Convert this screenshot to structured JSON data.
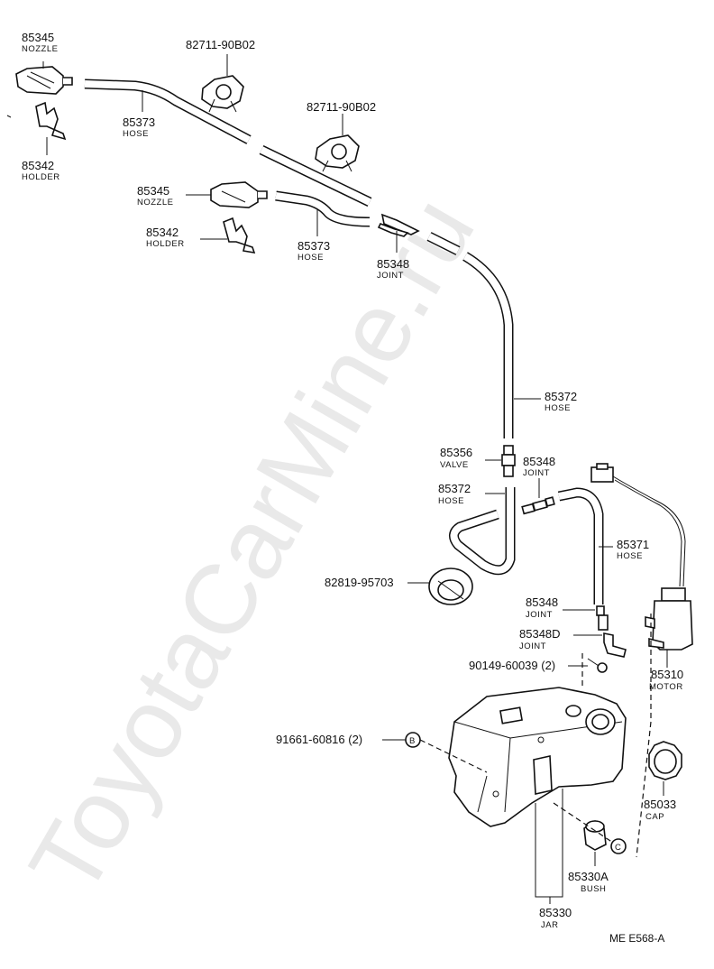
{
  "watermark": "ToyotaCarMine.ru",
  "diagram_code": "ME  E568-A",
  "callouts": [
    {
      "id": "nozzle_top",
      "part": "85345",
      "name": "NOZZLE"
    },
    {
      "id": "clip_1",
      "part": "82711-90B02",
      "name": ""
    },
    {
      "id": "hose_85373_top",
      "part": "85373",
      "name": "HOSE"
    },
    {
      "id": "holder_top",
      "part": "85342",
      "name": "HOLDER"
    },
    {
      "id": "clip_2",
      "part": "82711-90B02",
      "name": ""
    },
    {
      "id": "nozzle_mid",
      "part": "85345",
      "name": "NOZZLE"
    },
    {
      "id": "holder_mid",
      "part": "85342",
      "name": "HOLDER"
    },
    {
      "id": "hose_85373_mid",
      "part": "85373",
      "name": "HOSE"
    },
    {
      "id": "joint_85348_top",
      "part": "85348",
      "name": "JOINT"
    },
    {
      "id": "hose_85372_long",
      "part": "85372",
      "name": "HOSE"
    },
    {
      "id": "valve",
      "part": "85356",
      "name": "VALVE"
    },
    {
      "id": "joint_85348_mid",
      "part": "85348",
      "name": "JOINT"
    },
    {
      "id": "hose_85372_loop",
      "part": "85372",
      "name": "HOSE"
    },
    {
      "id": "hose_85371",
      "part": "85371",
      "name": "HOSE"
    },
    {
      "id": "grommet",
      "part": "82819-95703",
      "name": ""
    },
    {
      "id": "joint_85348_low",
      "part": "85348",
      "name": "JOINT"
    },
    {
      "id": "joint_85348d",
      "part": "85348D",
      "name": "JOINT"
    },
    {
      "id": "bolt",
      "part": "90149-60039  (2)",
      "name": ""
    },
    {
      "id": "motor",
      "part": "85310",
      "name": "MOTOR"
    },
    {
      "id": "screw_b",
      "part": "91661-60816   (2)",
      "name": ""
    },
    {
      "id": "cap",
      "part": "85033",
      "name": "CAP"
    },
    {
      "id": "bush",
      "part": "85330A",
      "name": "BUSH"
    },
    {
      "id": "jar",
      "part": "85330",
      "name": "JAR"
    }
  ],
  "markers": {
    "b": "B",
    "c": "C"
  }
}
